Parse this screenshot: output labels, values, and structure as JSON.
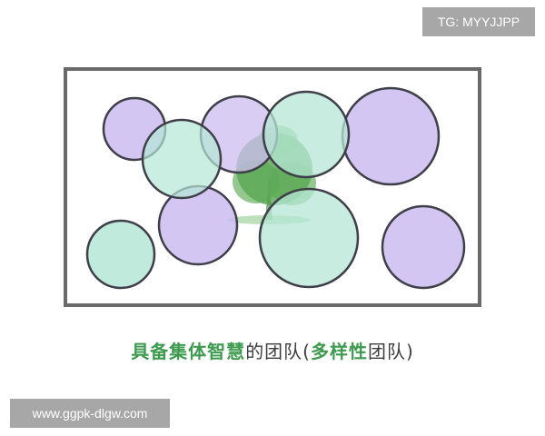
{
  "watermark_top": "TG: MYYJJPP",
  "watermark_bottom": "www.ggpk-dlgw.com",
  "caption": {
    "part1": "具备集体智慧",
    "part2": "的团队(",
    "part3": "多样性",
    "part4": "团队)"
  },
  "colors": {
    "frame": "#6a6a6a",
    "purple_fill": "#cdbcf0",
    "teal_fill": "#b5e7d6",
    "circle_stroke": "#3f3f4a",
    "tree": "#4e9e4a",
    "highlight": "#3e9a4e"
  },
  "icons": {
    "center_image": "tree-icon"
  }
}
